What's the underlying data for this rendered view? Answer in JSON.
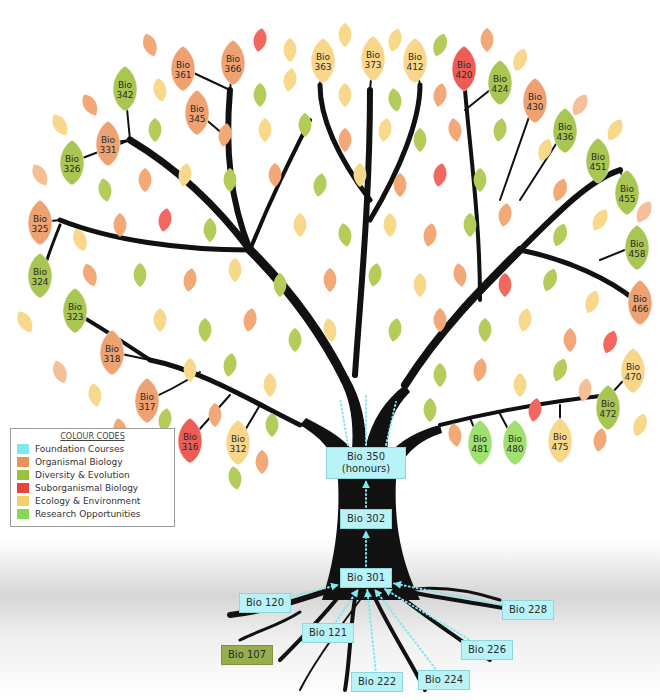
{
  "diagram": {
    "nodes": [
      {
        "text": [
          "Bio 361"
        ]
      },
      {
        "text": [
          "Bio 366"
        ]
      },
      {
        "text": [
          "Bio 363"
        ]
      },
      {
        "text": [
          "Bio 373"
        ]
      },
      {
        "text": [
          "Bio 412"
        ]
      },
      {
        "text": [
          "Bio 420"
        ]
      },
      {
        "text": [
          "Bio 342"
        ]
      },
      {
        "text": [
          "Bio 424"
        ]
      },
      {
        "text": [
          "Bio 345"
        ]
      },
      {
        "text": [
          "Bio 430"
        ]
      },
      {
        "text": [
          "Bio 436"
        ]
      },
      {
        "text": [
          "Bio 331"
        ]
      },
      {
        "text": [
          "Bio 326"
        ]
      },
      {
        "text": [
          "Bio 451"
        ]
      },
      {
        "text": [
          "Bio 455"
        ]
      },
      {
        "text": [
          "Bio 325"
        ]
      },
      {
        "text": [
          "Bio 458"
        ]
      },
      {
        "text": [
          "Bio 324"
        ]
      },
      {
        "text": [
          "Bio 466"
        ]
      },
      {
        "text": [
          "Bio 323"
        ]
      },
      {
        "text": [
          "Bio 318"
        ]
      },
      {
        "text": [
          "Bio 470"
        ]
      },
      {
        "text": [
          "Bio 317"
        ]
      },
      {
        "text": [
          "Bio 472"
        ]
      },
      {
        "text": [
          "Bio 316"
        ]
      },
      {
        "text": [
          "Bio 312"
        ]
      },
      {
        "text": [
          "Bio 481"
        ]
      },
      {
        "text": [
          "Bio 480"
        ]
      },
      {
        "text": [
          "Bio 475"
        ]
      },
      {
        "text": [
          "Bio 350 (honours)"
        ]
      },
      {
        "text": [
          "Bio 302"
        ]
      },
      {
        "text": [
          "Bio 301"
        ]
      },
      {
        "text": [
          "Bio 120"
        ]
      },
      {
        "text": [
          "Bio 121"
        ]
      },
      {
        "text": [
          "Bio 107"
        ]
      },
      {
        "text": [
          "Bio 222"
        ]
      },
      {
        "text": [
          "Bio 224"
        ]
      },
      {
        "text": [
          "Bio 226"
        ]
      },
      {
        "text": [
          "Bio 228"
        ]
      }
    ],
    "edges": [
      {
        "from": 32,
        "to": 31,
        "arrow": "to"
      },
      {
        "from": 33,
        "to": 31,
        "arrow": "to"
      },
      {
        "from": 35,
        "to": 31,
        "arrow": "to"
      },
      {
        "from": 36,
        "to": 31,
        "arrow": "to"
      },
      {
        "from": 37,
        "to": 31,
        "arrow": "to"
      },
      {
        "from": 38,
        "to": 31,
        "arrow": "to"
      },
      {
        "from": 31,
        "to": 30,
        "arrow": "to"
      },
      {
        "from": 30,
        "to": 29,
        "arrow": "to"
      }
    ],
    "labels": [
      "COLOUR CODES"
    ],
    "legend": [
      {
        "text": "Foundation Courses",
        "color": "#7fe8f0"
      },
      {
        "text": "Organismal Biology",
        "color": "#e8935a"
      },
      {
        "text": "Diversity & Evolution",
        "color": "#9bc23c"
      },
      {
        "text": "Suborganismal Biology",
        "color": "#e8453c"
      },
      {
        "text": "Ecology & Environment",
        "color": "#f5cf6b"
      },
      {
        "text": "Research Opportunities",
        "color": "#86d957"
      }
    ]
  }
}
